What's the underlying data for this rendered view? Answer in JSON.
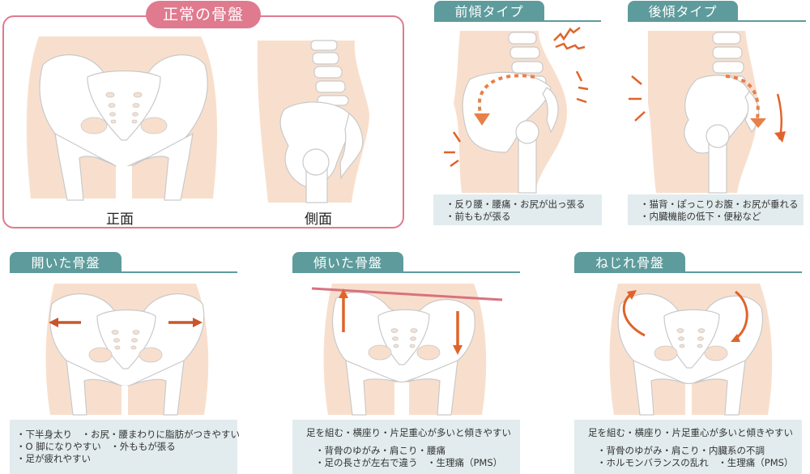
{
  "normal": {
    "title": "正常の骨盤",
    "front_label": "正面",
    "side_label": "側面"
  },
  "anterior": {
    "title": "前傾タイプ",
    "notes": [
      "・反り腰・腰痛・お尻が出っ張る",
      "・前ももが張る"
    ]
  },
  "posterior": {
    "title": "後傾タイプ",
    "notes": [
      "・猫背・ぽっこりお腹・お尻が垂れる",
      "・内臓機能の低下・便秘など"
    ]
  },
  "open": {
    "title": "開いた骨盤",
    "notes": [
      "・下半身太り　・お尻・腰まわりに脂肪がつきやすい",
      "・O 脚になりやすい　・外ももが張る",
      "・足が疲れやすい"
    ]
  },
  "tilted": {
    "title": "傾いた骨盤",
    "lead": "足を組む・横座り・片足重心が多いと傾きやすい",
    "notes": [
      "・背骨のゆがみ・肩こり・腰痛",
      "・足の長さが左右で違う　・生理痛（PMS）"
    ]
  },
  "twisted": {
    "title": "ねじれ骨盤",
    "lead": "足を組む・横座り・片足重心が多いと傾きやすい",
    "notes": [
      "・背骨のゆがみ・肩こり・内臓系の不調",
      "・ホルモンバランスの乱れ　・生理痛（PMS）"
    ]
  },
  "colors": {
    "pink": "#e07a8e",
    "teal": "#5e9b9c",
    "skin": "#f8dfcd",
    "bone": "#ffffff",
    "bone_outline": "#c9c9c9",
    "arrow": "#e0642a",
    "note_bg": "#e2ecee"
  }
}
